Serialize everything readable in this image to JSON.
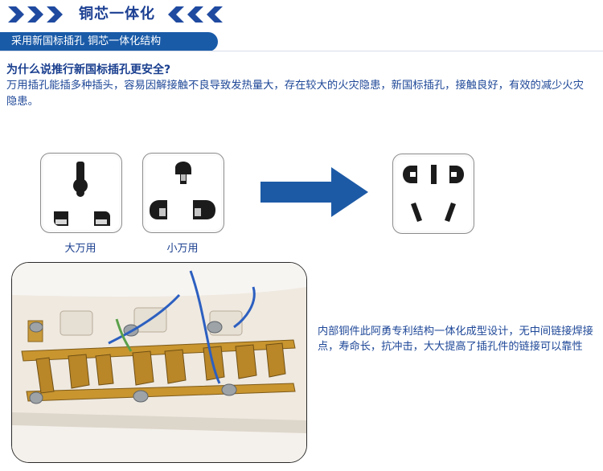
{
  "header": {
    "title": "铜芯一体化"
  },
  "banner": {
    "text": "采用新国标插孔 铜芯一体化结构"
  },
  "section": {
    "question": "为什么说推行新国标插孔更安全?",
    "paragraph": "万用插孔能插多种插头，容易因解接触不良导致发热量大，存在较大的火灾隐患，新国标插孔，接触良好，有效的减少火灾隐患。"
  },
  "sockets": {
    "large_label": "大万用",
    "small_label": "小万用"
  },
  "description": {
    "text": "内部铜件此阿勇专利结构一体化成型设计，无中间链接焊接点，寿命长，抗冲击，大大提高了插孔件的链接可以靠性"
  },
  "colors": {
    "brand_blue": "#1a5ba8",
    "text_blue": "#1a3f8f",
    "chevron_blue": "#1f4aa0",
    "arrow_blue": "#1d5aa6"
  },
  "icons": {
    "left_chevrons": "triple-chevron-right-icon",
    "right_chevrons": "triple-chevron-left-icon",
    "arrow": "arrow-right-icon"
  }
}
